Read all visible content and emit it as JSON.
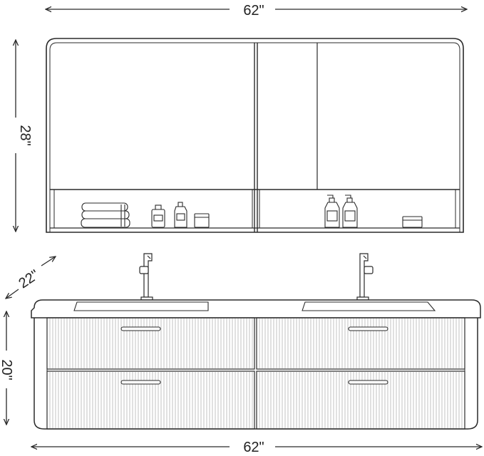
{
  "dimensions": {
    "cabinet_width": "62\"",
    "cabinet_height": "28\"",
    "vanity_depth": "22\"",
    "vanity_height": "20\"",
    "vanity_width": "62\""
  },
  "colors": {
    "line": "#2a2a2a",
    "background": "#ffffff"
  }
}
